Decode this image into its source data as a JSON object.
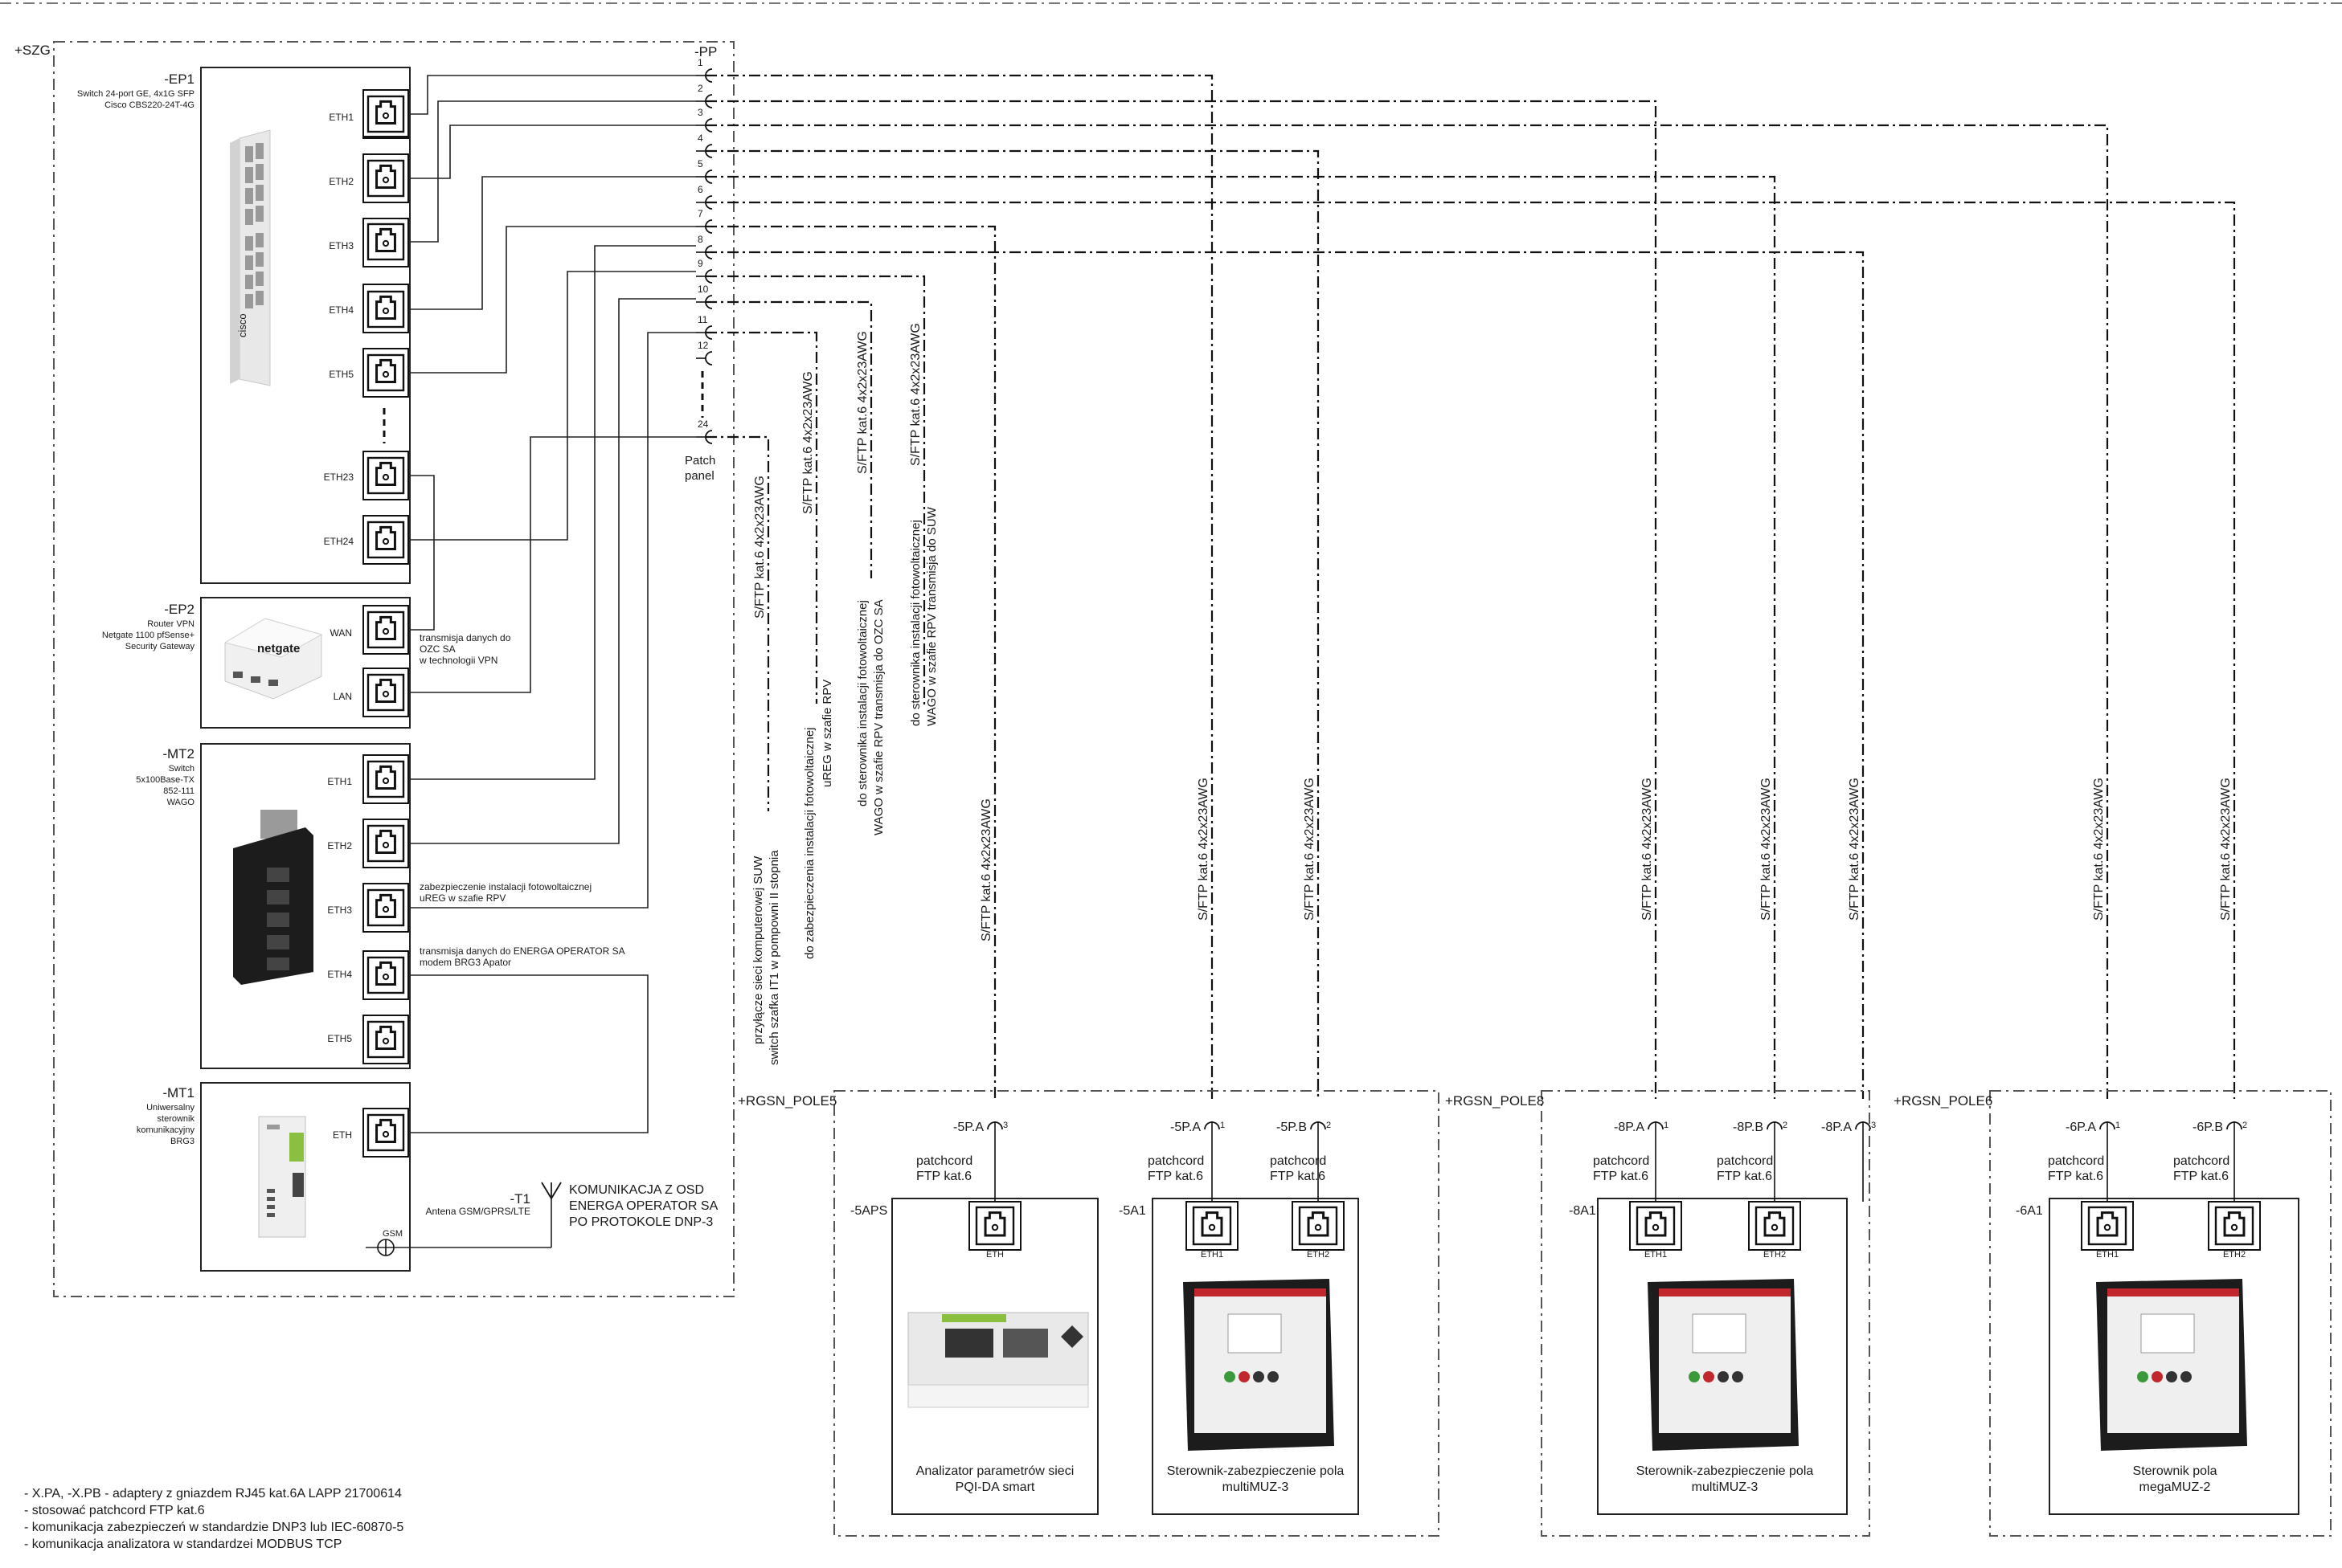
{
  "frame": {
    "szg": "+SZG",
    "pp": "-PP",
    "patch_panel": [
      "Patch",
      "panel"
    ]
  },
  "patch_numbers": [
    "1",
    "2",
    "3",
    "4",
    "5",
    "6",
    "7",
    "8",
    "9",
    "10",
    "11",
    "12",
    "24"
  ],
  "ep1": {
    "id": "-EP1",
    "desc": [
      "Switch 24-port GE, 4x1G SFP",
      "Cisco CBS220-24T-4G"
    ],
    "ports": [
      "ETH1",
      "ETH2",
      "ETH3",
      "ETH4",
      "ETH5",
      "ETH23",
      "ETH24"
    ],
    "logo": "cisco"
  },
  "ep2": {
    "id": "-EP2",
    "desc": [
      "Router VPN",
      "Netgate 1100 pfSense+",
      "Security Gateway"
    ],
    "ports": [
      "WAN",
      "LAN"
    ],
    "logo": "netgate",
    "note": [
      "transmisja danych do",
      "OZC SA",
      "w technologii VPN"
    ]
  },
  "mt2": {
    "id": "-MT2",
    "desc": [
      "Switch",
      "5x100Base-TX",
      "852-111",
      "WAGO"
    ],
    "ports": [
      "ETH1",
      "ETH2",
      "ETH3",
      "ETH4",
      "ETH5"
    ],
    "note_eth3": [
      "zabezpieczenie instalacji fotowoltaicznej",
      "uREG w szafie RPV"
    ],
    "note_eth4": [
      "transmisja danych do ENERGA OPERATOR SA",
      "modem BRG3 Apator"
    ]
  },
  "mt1": {
    "id": "-MT1",
    "desc": [
      "Uniwersalny",
      "sterownik",
      "komunikacyjny",
      "BRG3"
    ],
    "port": "ETH",
    "gsm": "GSM"
  },
  "t1": {
    "id": "-T1",
    "desc": "Antena GSM/GPRS/LTE",
    "note": [
      "KOMUNIKACJA Z OSD",
      "ENERGA OPERATOR SA",
      "PO PROTOKOLE DNP-3"
    ]
  },
  "cable_spec": "S/FTP kat.6 4x2x23AWG",
  "mid_labels": [
    [
      "przyłącze sieci komputerowej SUW",
      "switch szafka IT1 w pompowni II stopnia"
    ],
    [
      "do zabezpieczenia instalacji fotowoltaicznej",
      "uREG w szafie RPV"
    ],
    [
      "do sterownika instalacji fotowoltaicznej",
      "WAGO w szafie RPV transmisja do OZC SA"
    ],
    [
      "do sterownika instalacji fotowoltaicznej",
      "WAGO w szafie RPV transmisja do SUW"
    ]
  ],
  "fields": [
    {
      "id": "+RGSN_POLE5",
      "plugs": [
        {
          "name": "-5P.A",
          "num": "3"
        },
        {
          "name": "-5P.A",
          "num": "1"
        },
        {
          "name": "-5P.B",
          "num": "2"
        }
      ],
      "devices": [
        {
          "id": "-5APS",
          "ports": [
            "ETH"
          ],
          "caption": [
            "Analizator parametrów sieci",
            "PQI-DA smart"
          ]
        },
        {
          "id": "-5A1",
          "ports": [
            "ETH1",
            "ETH2"
          ],
          "caption": [
            "Sterownik-zabezpieczenie pola",
            "multiMUZ-3"
          ]
        }
      ]
    },
    {
      "id": "+RGSN_POLE8",
      "plugs": [
        {
          "name": "-8P.A",
          "num": "1"
        },
        {
          "name": "-8P.B",
          "num": "2"
        },
        {
          "name": "-8P.A",
          "num": "3"
        }
      ],
      "devices": [
        {
          "id": "-8A1",
          "ports": [
            "ETH1",
            "ETH2"
          ],
          "caption": [
            "Sterownik-zabezpieczenie pola",
            "multiMUZ-3"
          ]
        }
      ]
    },
    {
      "id": "+RGSN_POLE6",
      "plugs": [
        {
          "name": "-6P.A",
          "num": "1"
        },
        {
          "name": "-6P.B",
          "num": "2"
        }
      ],
      "devices": [
        {
          "id": "-6A1",
          "ports": [
            "ETH1",
            "ETH2"
          ],
          "caption": [
            "Sterownik pola",
            "megaMUZ-2"
          ]
        }
      ]
    }
  ],
  "patchcord": [
    "patchcord",
    "FTP kat.6"
  ],
  "notes": [
    "- X.PA, -X.PB - adaptery z gniazdem RJ45 kat.6A LAPP 21700614",
    "- stosować patchcord FTP kat.6",
    "- komunikacja zabezpieczeń w standardzie DNP3 lub IEC-60870-5",
    "- komunikacja analizatora w standardzei MODBUS TCP"
  ],
  "colors": {
    "line": "#222222",
    "device_light": "#e6e6e6",
    "device_dark": "#1c1c1c",
    "accent_green": "#8bbf3f",
    "netgate_blue": "#1f5fa8",
    "muz_red": "#c0282d"
  }
}
